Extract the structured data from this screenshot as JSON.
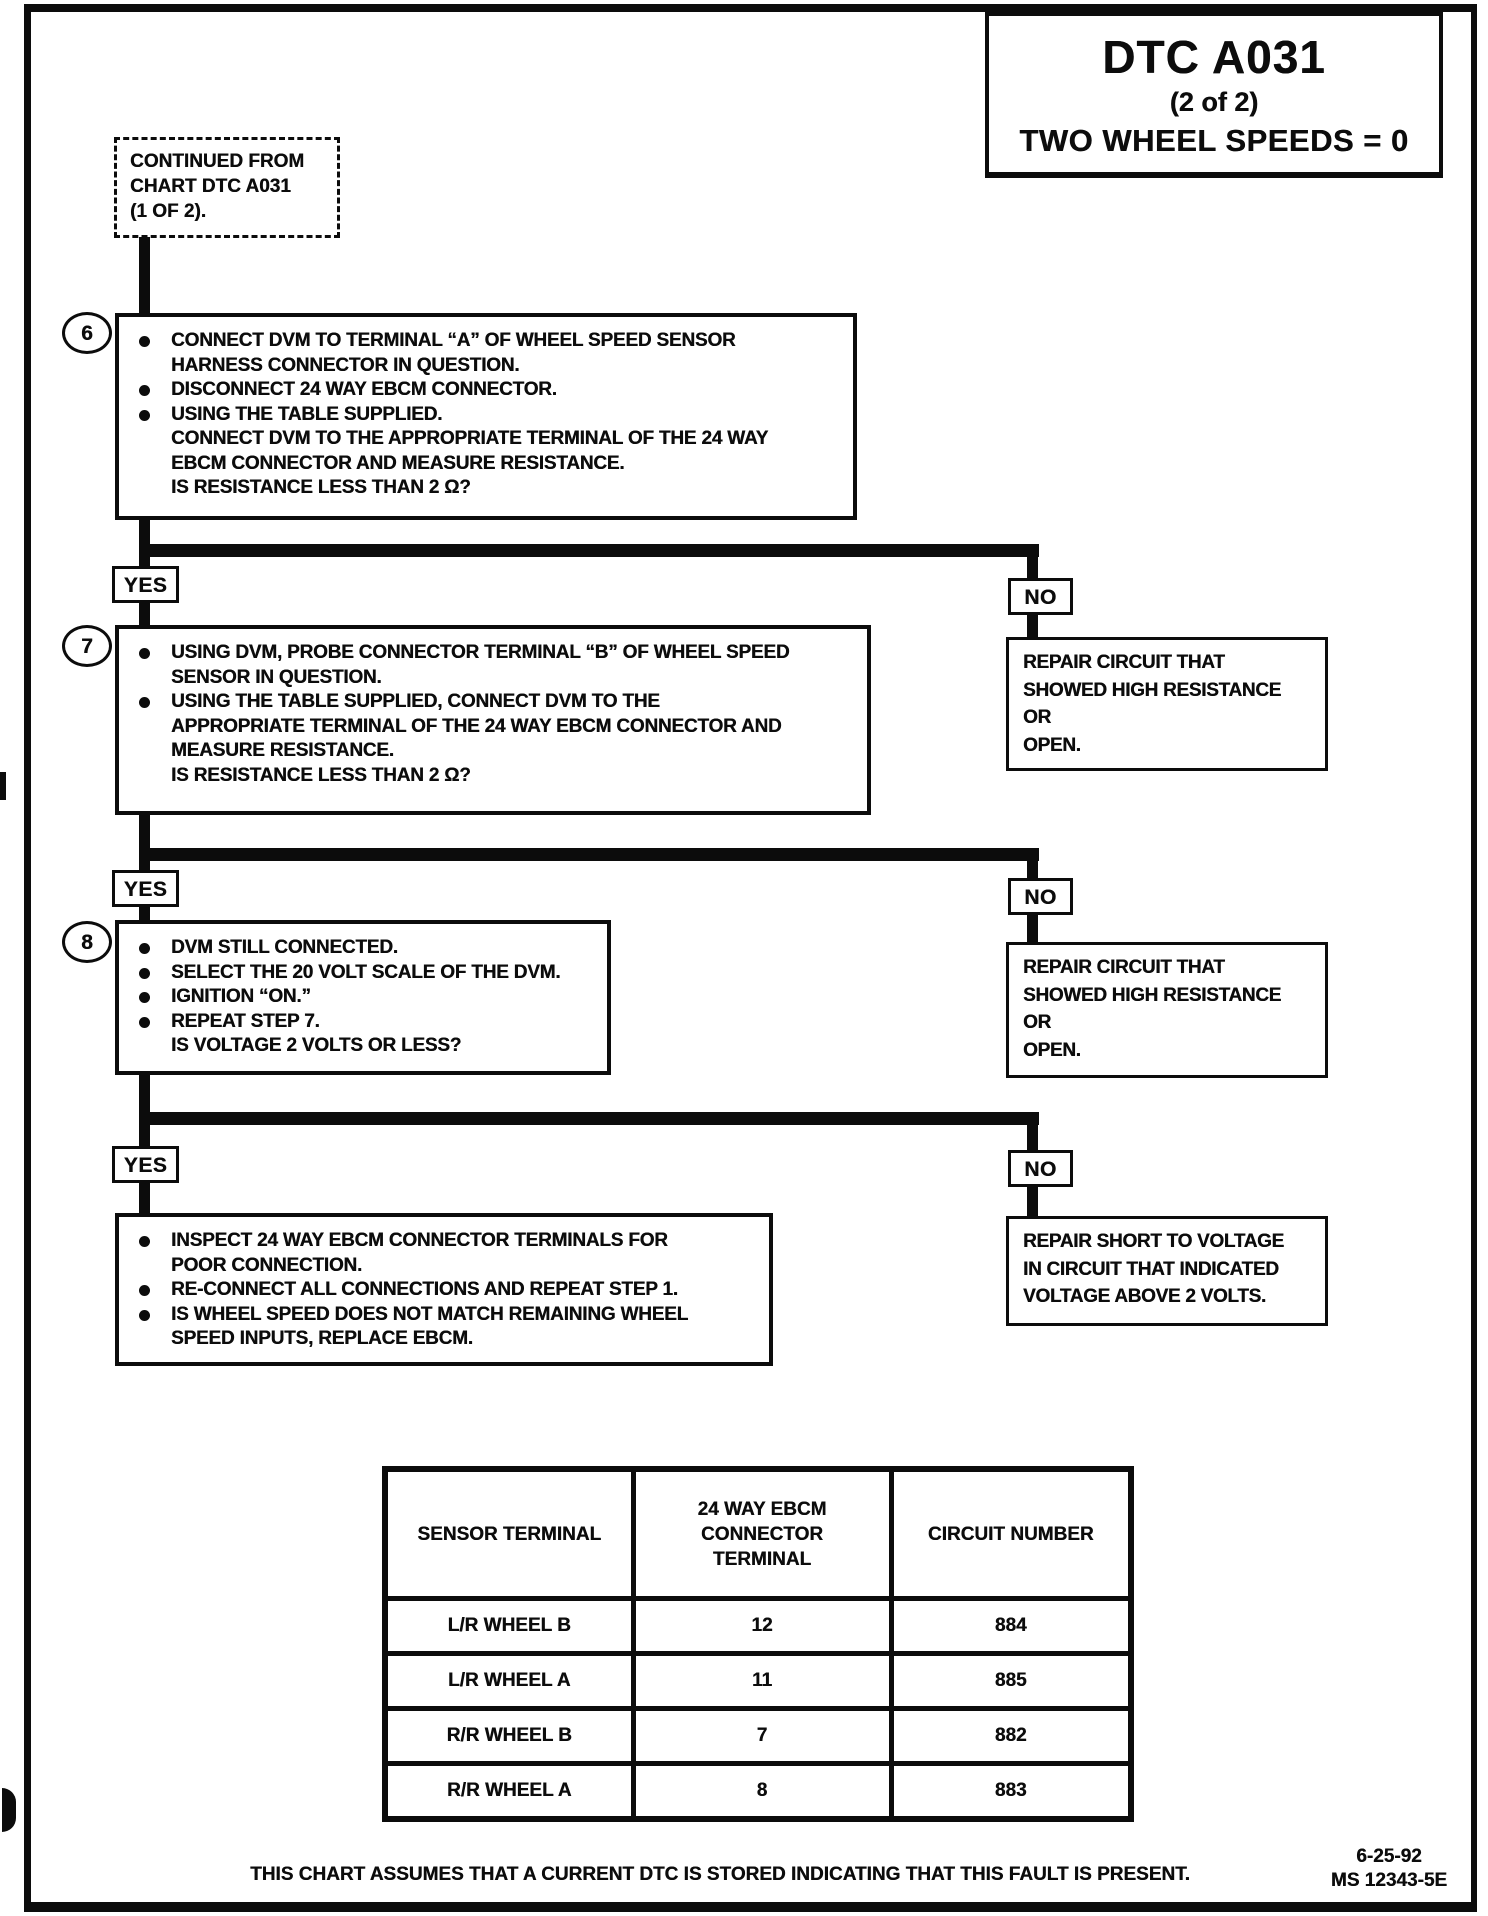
{
  "title": {
    "line1": "DTC A031",
    "line2": "(2 of 2)",
    "line3": "TWO WHEEL SPEEDS = 0"
  },
  "continued": {
    "lines": [
      "CONTINUED FROM",
      "CHART DTC A031",
      "(1 OF 2)."
    ]
  },
  "labels": {
    "yes": "YES",
    "no": "NO"
  },
  "step6": {
    "number": "6",
    "lines": [
      "CONNECT DVM TO TERMINAL “A” OF WHEEL SPEED SENSOR",
      "HARNESS CONNECTOR IN QUESTION.",
      "DISCONNECT 24 WAY EBCM CONNECTOR.",
      "USING THE TABLE SUPPLIED.",
      "CONNECT DVM TO THE APPROPRIATE TERMINAL OF THE 24 WAY",
      "EBCM CONNECTOR AND MEASURE RESISTANCE.",
      "IS RESISTANCE LESS THAN 2 Ω?"
    ]
  },
  "step7": {
    "number": "7",
    "lines": [
      "USING DVM, PROBE CONNECTOR TERMINAL “B” OF WHEEL SPEED",
      "SENSOR IN QUESTION.",
      "USING THE TABLE SUPPLIED, CONNECT DVM TO THE",
      "APPROPRIATE TERMINAL OF THE 24 WAY EBCM CONNECTOR AND",
      "MEASURE RESISTANCE.",
      "IS RESISTANCE LESS THAN 2 Ω?"
    ]
  },
  "step8": {
    "number": "8",
    "lines": [
      "DVM STILL CONNECTED.",
      "SELECT THE 20 VOLT SCALE OF THE DVM.",
      "IGNITION “ON.”",
      "REPEAT STEP 7.",
      "IS VOLTAGE 2 VOLTS OR LESS?"
    ]
  },
  "final_action": {
    "lines": [
      "INSPECT 24 WAY EBCM CONNECTOR TERMINALS FOR",
      "POOR CONNECTION.",
      "RE-CONNECT ALL CONNECTIONS AND REPEAT STEP 1.",
      "IS WHEEL SPEED DOES NOT MATCH REMAINING WHEEL",
      "SPEED INPUTS, REPLACE EBCM."
    ]
  },
  "repair1": {
    "lines": [
      "REPAIR CIRCUIT THAT",
      "SHOWED HIGH RESISTANCE",
      "OR",
      "OPEN."
    ]
  },
  "repair2": {
    "lines": [
      "REPAIR CIRCUIT THAT",
      "SHOWED HIGH RESISTANCE",
      "OR",
      "OPEN."
    ]
  },
  "repair3": {
    "lines": [
      "REPAIR SHORT TO VOLTAGE",
      "IN CIRCUIT THAT INDICATED",
      "VOLTAGE ABOVE 2 VOLTS."
    ]
  },
  "table": {
    "headers": [
      "SENSOR TERMINAL",
      "24 WAY EBCM\nCONNECTOR\nTERMINAL",
      "CIRCUIT NUMBER"
    ],
    "rows": [
      [
        "L/R WHEEL B",
        "12",
        "884"
      ],
      [
        "L/R WHEEL A",
        "11",
        "885"
      ],
      [
        "R/R WHEEL B",
        "7",
        "882"
      ],
      [
        "R/R WHEEL A",
        "8",
        "883"
      ]
    ]
  },
  "footer": {
    "note": "THIS CHART ASSUMES THAT A CURRENT DTC IS STORED INDICATING THAT THIS FAULT IS PRESENT.",
    "date": "6-25-92",
    "doc_number": "MS 12343-5E"
  }
}
